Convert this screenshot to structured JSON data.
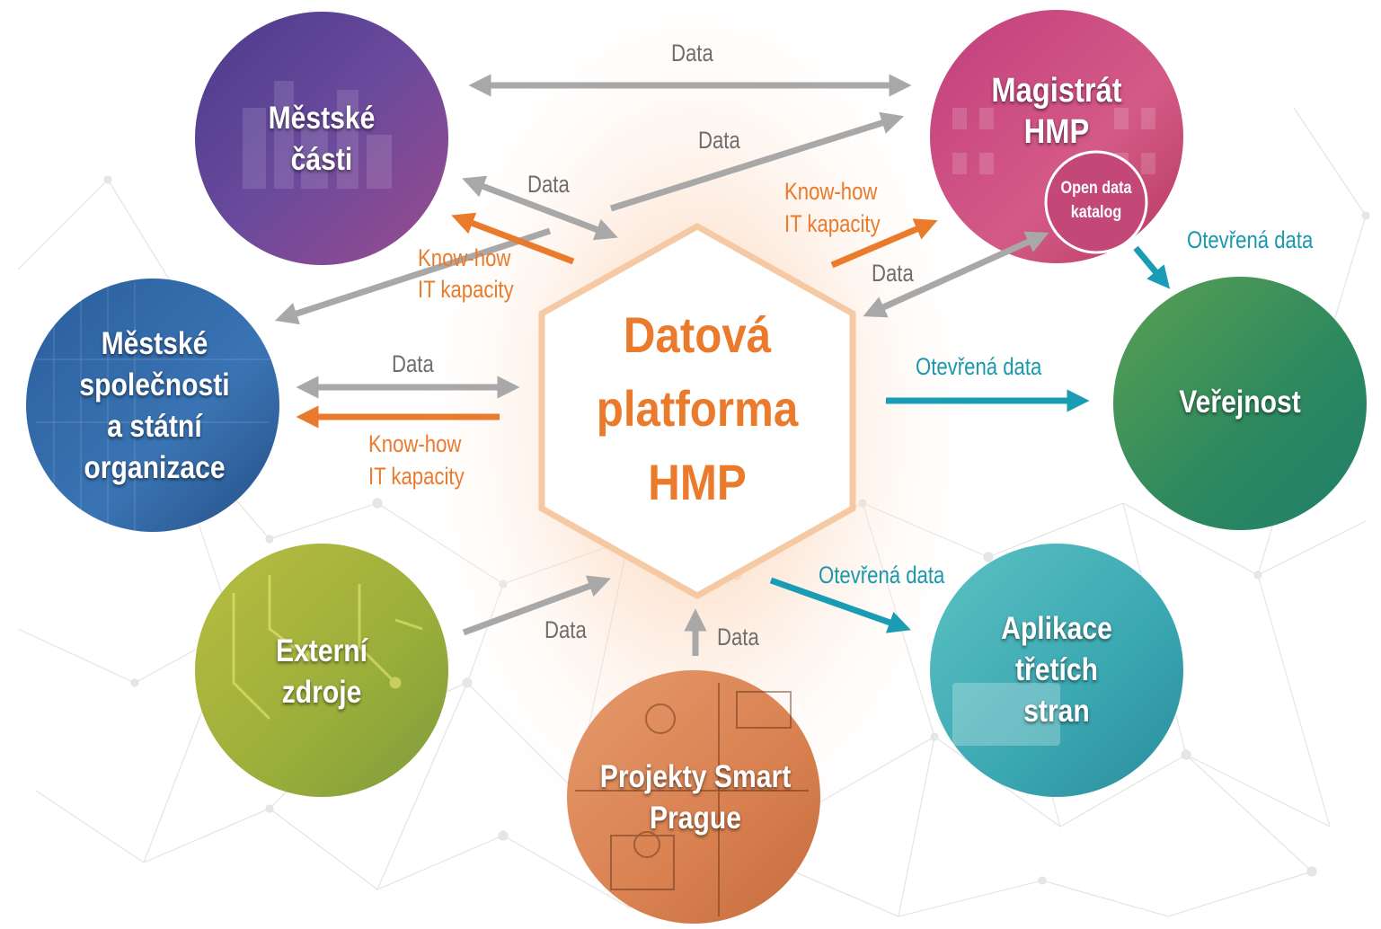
{
  "hub": {
    "lines": [
      "Datová",
      "platforma",
      "HMP"
    ],
    "color": "#ea7a2c"
  },
  "nodes": {
    "mestske_casti": [
      "Městské",
      "části"
    ],
    "magistrat": [
      "Magistrát",
      "HMP"
    ],
    "open_data_katalog": [
      "Open data",
      "katalog"
    ],
    "mestske_spolecnosti": [
      "Městské",
      "společnosti",
      "a státní",
      "organizace"
    ],
    "verejnost": [
      "Veřejnost"
    ],
    "externi_zdroje": [
      "Externí",
      "zdroje"
    ],
    "aplikace": [
      "Aplikace",
      "třetích",
      "stran"
    ],
    "projekty": [
      "Projekty Smart",
      "Prague"
    ]
  },
  "labels": {
    "data_top": "Data",
    "data_diag": "Data",
    "data_casti": "Data",
    "knowhow_left_1": "Know-how",
    "kapacity_left_1": "IT kapacity",
    "knowhow_right_1": "Know-how",
    "kapacity_right_1": "IT kapacity",
    "data_magistrat": "Data",
    "otevrena_data_top": "Otevřená data",
    "data_spolecnosti": "Data",
    "otevrena_data_mid": "Otevřená data",
    "knowhow_left_2": "Know-how",
    "kapacity_left_2": "IT kapacity",
    "otevrena_data_bottom": "Otevřená data",
    "data_externi": "Data",
    "data_projekty": "Data"
  },
  "colors": {
    "grey_arrow": "#a8a8a8",
    "orange_arrow": "#ea7a2c",
    "teal_arrow": "#1a9cb5",
    "grey_text": "#6e6e6e"
  }
}
